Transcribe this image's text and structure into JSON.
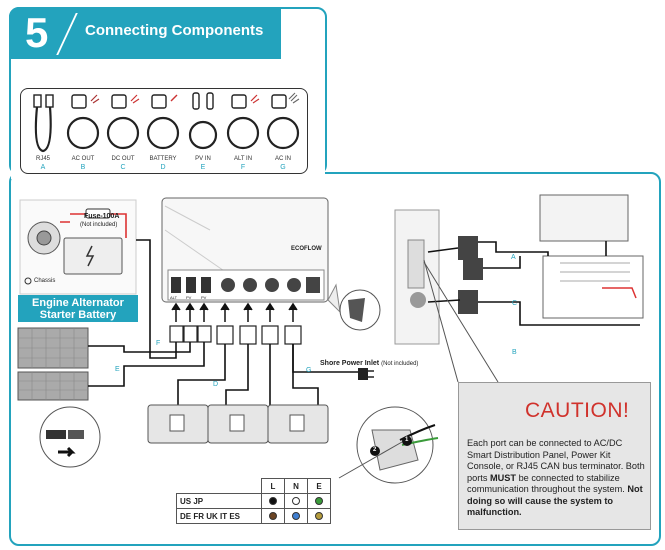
{
  "header": {
    "step": "5",
    "title": "Connecting Components"
  },
  "cables": [
    {
      "label": "RJ45",
      "letter": "A"
    },
    {
      "label": "AC OUT",
      "letter": "B"
    },
    {
      "label": "DC OUT",
      "letter": "C"
    },
    {
      "label": "BATTERY",
      "letter": "D"
    },
    {
      "label": "PV IN",
      "letter": "E"
    },
    {
      "label": "ALT IN",
      "letter": "F"
    },
    {
      "label": "AC IN",
      "letter": "G"
    }
  ],
  "engine": {
    "fuse": "Fuse-100A",
    "fuse_note": "(Not included)",
    "chassis": "Chassis",
    "label_line1": "Engine Alternator",
    "label_line2": "Starter Battery"
  },
  "device": {
    "brand": "ECOFLOW",
    "ports": [
      "ALT",
      "PV",
      "PV"
    ]
  },
  "connection_letters": {
    "a": "A",
    "b": "B",
    "c": "C",
    "d": "D",
    "e": "E",
    "f": "F",
    "g": "G"
  },
  "shore": {
    "label": "Shore Power Inlet",
    "note": "(Not included)"
  },
  "wire_table": {
    "headers": [
      "L",
      "N",
      "E"
    ],
    "rows": [
      {
        "region": "US JP",
        "colors": [
          "#111111",
          "#ffffff",
          "#3a9b3a"
        ]
      },
      {
        "region": "DE FR UK IT ES",
        "colors": [
          "#6b4423",
          "#3f7fd1",
          "#b49b3c"
        ]
      }
    ]
  },
  "steps": [
    "1",
    "2"
  ],
  "caution": {
    "title": "CAUTION!",
    "text_part1": "Each port can be connected to AC/DC Smart Distribution Panel, Power Kit Console, or RJ45 CAN bus terminator. Both ports ",
    "text_bold1": "MUST",
    "text_part2": " be connected to stabilize communication throughout the system. ",
    "text_bold2": "Not doing so will cause the system to malfunction."
  },
  "colors": {
    "accent": "#23a3bd",
    "caution_red": "#d0322c",
    "caution_yellow": "#f2b21c"
  }
}
